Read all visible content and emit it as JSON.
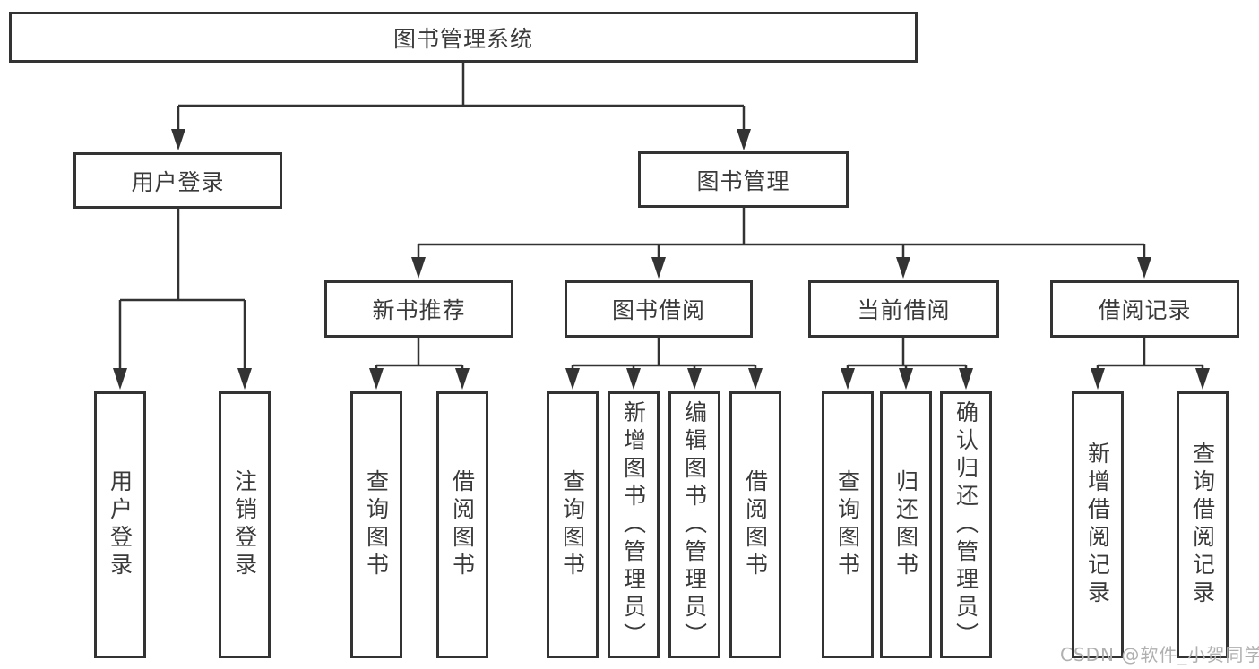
{
  "tree": {
    "label": "图书管理系统",
    "children": [
      {
        "label": "用户登录",
        "children": [
          {
            "label": "用户登录"
          },
          {
            "label": "注销登录"
          }
        ]
      },
      {
        "label": "图书管理",
        "children": [
          {
            "label": "新书推荐",
            "children": [
              {
                "label": "查询图书"
              },
              {
                "label": "借阅图书"
              }
            ]
          },
          {
            "label": "图书借阅",
            "children": [
              {
                "label": "查询图书"
              },
              {
                "label": "新增图书（管理员）"
              },
              {
                "label": "编辑图书（管理员）"
              },
              {
                "label": "借阅图书"
              }
            ]
          },
          {
            "label": "当前借阅",
            "children": [
              {
                "label": "查询图书"
              },
              {
                "label": "归还图书"
              },
              {
                "label": "确认归还（管理员）"
              }
            ]
          },
          {
            "label": "借阅记录",
            "children": [
              {
                "label": "新增借阅记录"
              },
              {
                "label": "查询借阅记录"
              }
            ]
          }
        ]
      }
    ]
  },
  "watermark": {
    "text": "CSDN @软件_小贺同学"
  },
  "colors": {
    "line": "#333333",
    "box_border": "#333333",
    "text": "#3a3a3a",
    "watermark": "#b0b0b0",
    "background": "#ffffff"
  }
}
